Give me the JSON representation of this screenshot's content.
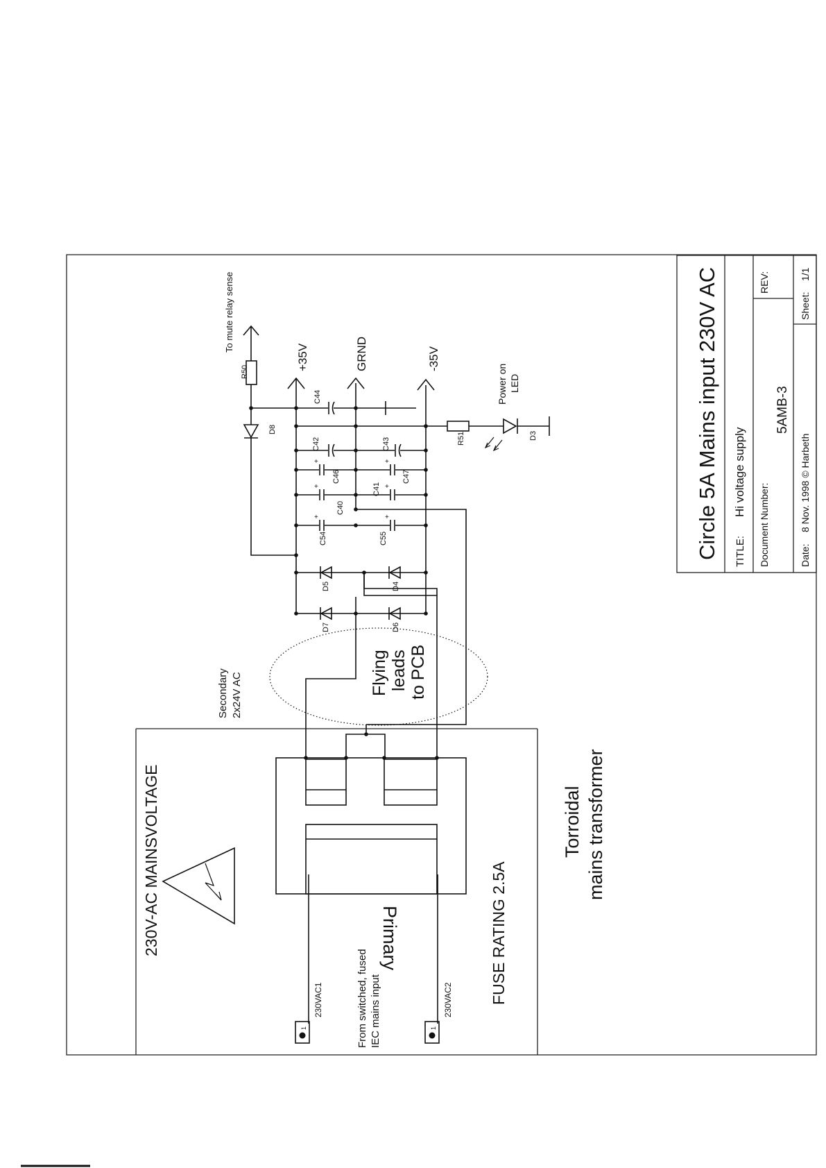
{
  "title_block": {
    "title_main": "Circle 5A Mains input 230V AC",
    "title_label": "TITLE:",
    "title_value": "Hi voltage supply",
    "docnum_label": "Document Number:",
    "docnum_value": "5AMB-3",
    "rev_label": "REV:",
    "date_label": "Date:",
    "date_value": "8 Nov. 1998 © Harbeth",
    "sheet_label": "Sheet:",
    "sheet_value": "1/1"
  },
  "labels": {
    "mains_voltage": "230V-AC MAINSVOLTAGE",
    "fuse_rating": "FUSE RATING 2.5A",
    "primary": "Primary",
    "transformer_line1": "Torroidal",
    "transformer_line2": "mains transformer",
    "source_line1": "From switched, fused",
    "source_line2": "IEC mains input",
    "conn1": "230VAC1",
    "conn2": "230VAC2",
    "pin1": "1",
    "pin2": "1",
    "secondary_line1": "Secondary",
    "secondary_line2": "2x24V AC",
    "flying_line1": "Flying",
    "flying_line2": "leads",
    "flying_line3": "to PCB",
    "mute": "To mute relay sense",
    "rail_pos": "+35V",
    "rail_gnd": "GRND",
    "rail_neg": "-35V",
    "led_line1": "Power on",
    "led_line2": "LED"
  },
  "components": {
    "R50": "R50",
    "D8": "D8",
    "C44": "C44",
    "C42": "C42",
    "C43": "C43",
    "C46": "C46",
    "C47": "C47",
    "C40": "C40",
    "C41": "C41",
    "C54": "C54",
    "C55": "C55",
    "D5": "D5",
    "D4": "D4",
    "D7": "D7",
    "D6": "D6",
    "R51": "R51",
    "D3": "D3"
  }
}
